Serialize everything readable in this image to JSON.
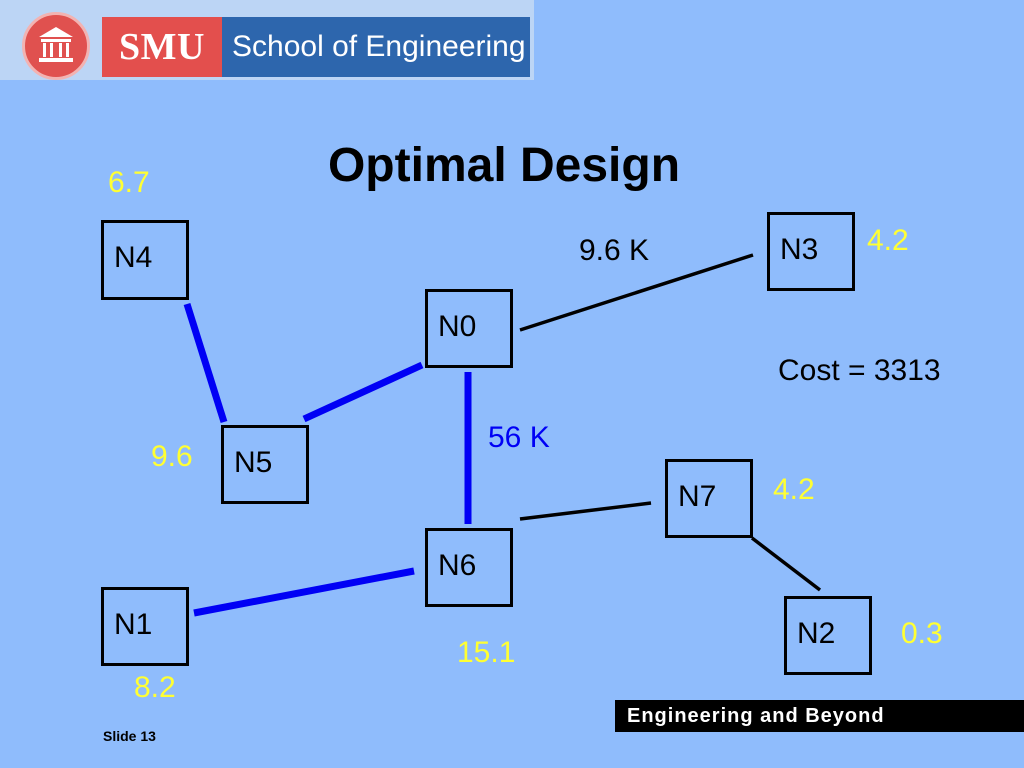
{
  "header": {
    "brand_short": "SMU",
    "brand_long": "School of Engineering"
  },
  "title": "Optimal Design",
  "nodes": {
    "n0": "N0",
    "n1": "N1",
    "n2": "N2",
    "n3": "N3",
    "n4": "N4",
    "n5": "N5",
    "n6": "N6",
    "n7": "N7"
  },
  "node_values": {
    "n4": "6.7",
    "n3": "4.2",
    "n5": "9.6",
    "n7": "4.2",
    "n2": "0.3",
    "n6": "15.1",
    "n1": "8.2"
  },
  "link_labels": {
    "n0_n3": "9.6 K",
    "n0_n6": "56 K"
  },
  "cost": "Cost = 3313",
  "footer": {
    "slide": "Slide 13",
    "tagline": "Engineering and Beyond"
  },
  "colors": {
    "background": "#8fbcfc",
    "value_text": "#ffff33",
    "high_capacity_link": "#0000f5",
    "low_capacity_link": "#000000",
    "brand_red": "#e34f4d",
    "brand_blue": "#2d66ad"
  },
  "icons": {
    "seal": "university-seal-icon"
  }
}
